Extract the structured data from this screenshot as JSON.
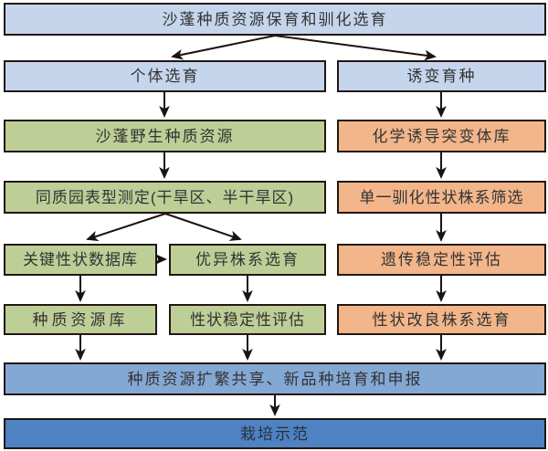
{
  "nodes": {
    "root": "沙蓬种质资源保育和驯化选育",
    "individual_selection": "个体选育",
    "mutation_breeding": "诱变育种",
    "wild_germplasm": "沙蓬野生种质资源",
    "chemical_mutant_library": "化学诱导突变体库",
    "common_garden_phenotyping": "同质园表型测定(干旱区、半干旱区)",
    "single_trait_line_screening": "单一驯化性状株系筛选",
    "key_trait_database": "关键性状数据库",
    "elite_line_selection": "优异株系选育",
    "genetic_stability_evaluation": "遗传稳定性评估",
    "germplasm_bank": "种质资源库",
    "trait_stability_evaluation": "性状稳定性评估",
    "improved_line_selection": "性状改良株系选育",
    "propagation_sharing_and_application": "种质资源扩繁共享、新品种培育和申报",
    "cultivation_demonstration": "栽培示范"
  },
  "colors": {
    "light_blue": "#c5d6ec",
    "green": "#bdcf97",
    "orange": "#f2b68a",
    "medium_blue": "#84a8d4",
    "dark_blue": "#4e82c2",
    "border": "#221712",
    "arrow": "#1a1410",
    "text": "#333333"
  }
}
